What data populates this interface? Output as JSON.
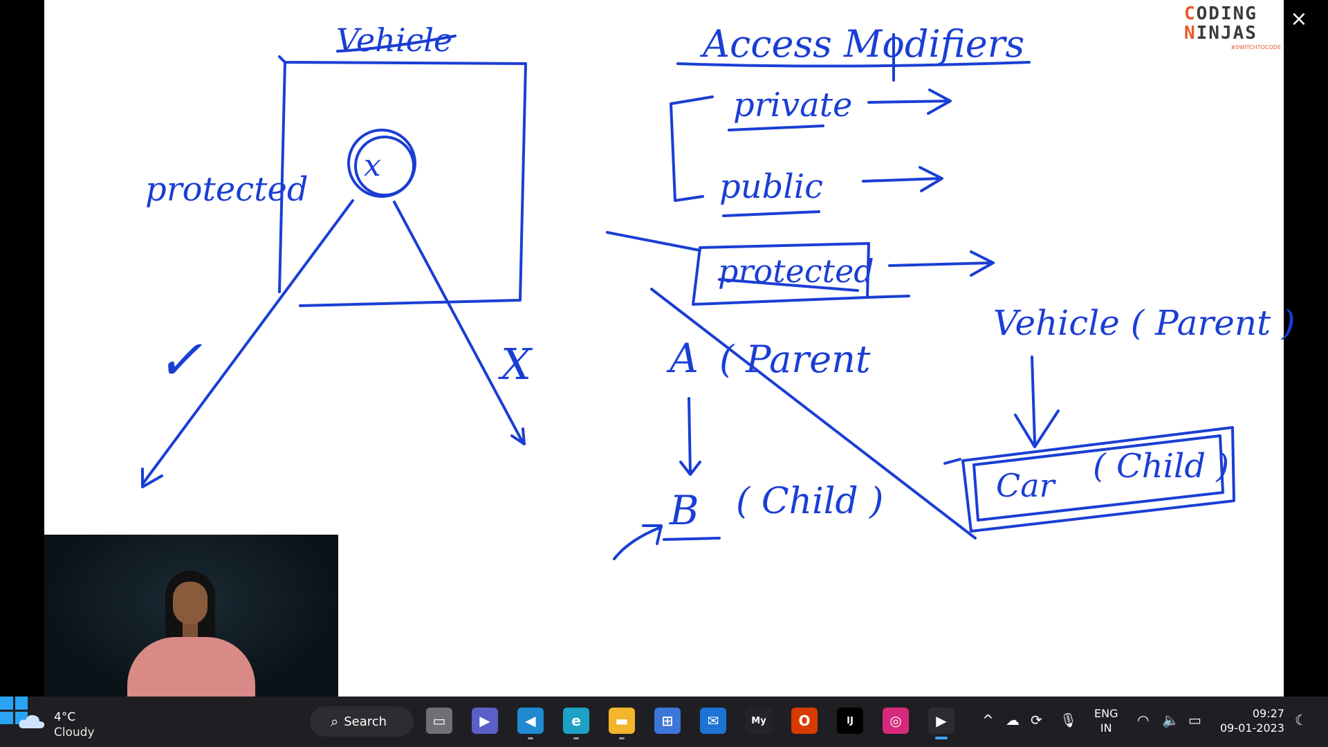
{
  "window": {
    "close_label": "×"
  },
  "logo": {
    "line1_accent": "C",
    "line1_rest": "ODING",
    "line2_accent": "N",
    "line2_rest": "INJAS",
    "tagline": "#SWITCHTOCODE"
  },
  "board": {
    "left_diagram": {
      "title": "Vehicle",
      "side_label": "protected",
      "member": "x",
      "check": "✓",
      "cross": "X"
    },
    "access_modifiers": {
      "title": "Access Modifiers",
      "items": [
        "private",
        "public",
        "protected"
      ]
    },
    "inheritance_ab": {
      "parent": "A",
      "parent_note": "( Parent",
      "child": "B",
      "child_note": "( Child )"
    },
    "inheritance_vehicle": {
      "parent": "Vehicle ( Parent )",
      "child": "Car",
      "child_note": "( Child )"
    }
  },
  "taskbar": {
    "weather": {
      "temp": "4°C",
      "condition": "Cloudy",
      "icon": "cloud-icon"
    },
    "search_label": "Search",
    "apps": [
      {
        "name": "task-view",
        "icon": "task-view-icon",
        "glyph": "▭",
        "color": "#6f6f75"
      },
      {
        "name": "teams",
        "icon": "teams-icon",
        "glyph": "▶",
        "color": "#5b5fc7"
      },
      {
        "name": "vscode",
        "icon": "vscode-icon",
        "glyph": "◀",
        "color": "#1f8ad2"
      },
      {
        "name": "edge",
        "icon": "edge-icon",
        "glyph": "e",
        "color": "#1ea1c7"
      },
      {
        "name": "file-explorer",
        "icon": "folder-icon",
        "glyph": "▬",
        "color": "#f2b52b"
      },
      {
        "name": "store",
        "icon": "store-icon",
        "glyph": "⊞",
        "color": "#3b76d8"
      },
      {
        "name": "mail",
        "icon": "mail-icon",
        "glyph": "✉",
        "color": "#1d74d4"
      },
      {
        "name": "mysql",
        "icon": "mysql-icon",
        "glyph": "My",
        "color": "#22242a"
      },
      {
        "name": "office",
        "icon": "office-icon",
        "glyph": "O",
        "color": "#d83b01"
      },
      {
        "name": "intellij",
        "icon": "intellij-icon",
        "glyph": "IJ",
        "color": "#000000"
      },
      {
        "name": "instagram",
        "icon": "instagram-icon",
        "glyph": "◎",
        "color": "#d6297c"
      },
      {
        "name": "media-player",
        "icon": "play-icon",
        "glyph": "▶",
        "color": "#2b2b31"
      }
    ],
    "tray": {
      "chevron": "^",
      "onedrive": "☁",
      "sync": "⟳",
      "mic": "🎙",
      "wifi": "◠",
      "volume": "🔈",
      "battery": "▭",
      "night": "☾"
    },
    "language": {
      "line1": "ENG",
      "line2": "IN"
    },
    "clock": {
      "time": "09:27",
      "date": "09-01-2023"
    }
  }
}
